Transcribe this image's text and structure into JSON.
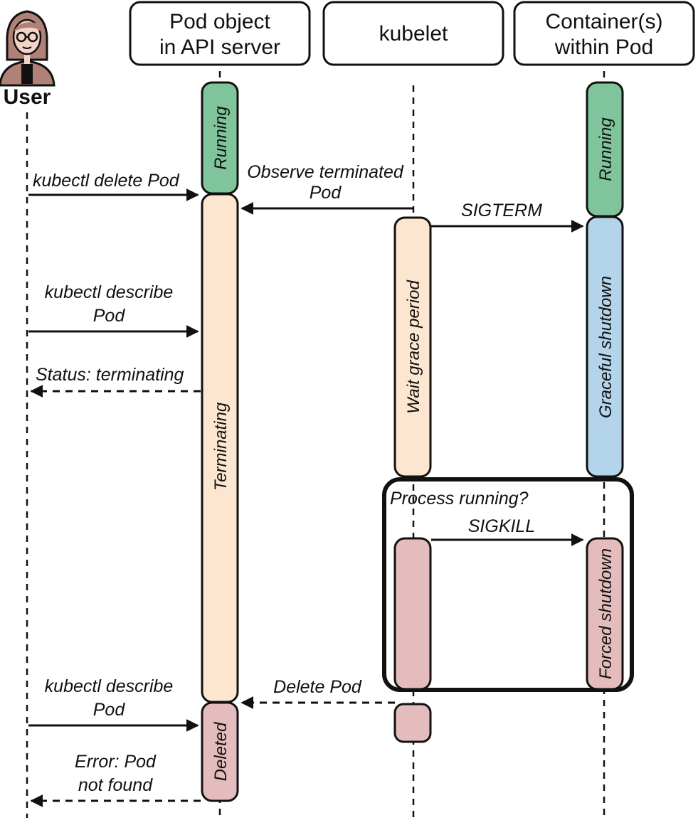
{
  "participants": {
    "user": "User",
    "pod_object": [
      "Pod object",
      "in API server"
    ],
    "kubelet": "kubelet",
    "containers": [
      "Container(s)",
      "within Pod"
    ]
  },
  "states": {
    "pod_running": "Running",
    "pod_terminating": "Terminating",
    "pod_deleted": "Deleted",
    "kubelet_wait": "Wait grace period",
    "container_running": "Running",
    "container_graceful": "Graceful shutdown",
    "container_forced": "Forced shutdown"
  },
  "messages": {
    "delete_pod": "kubectl delete Pod",
    "observe": [
      "Observe terminated",
      "Pod"
    ],
    "sigterm": "SIGTERM",
    "describe1": [
      "kubectl describe",
      "Pod"
    ],
    "status": "Status: terminating",
    "process_running": "Process running?",
    "sigkill": "SIGKILL",
    "describe2": [
      "kubectl describe",
      "Pod"
    ],
    "delete_pod_kubelet": "Delete Pod",
    "error": [
      "Error: Pod",
      "not found"
    ]
  },
  "colors": {
    "running": "#7fc49b",
    "terminating": "#fce6d0",
    "deleted": "#e4bcbe",
    "graceful": "#b3d4ea",
    "line": "#111111"
  }
}
